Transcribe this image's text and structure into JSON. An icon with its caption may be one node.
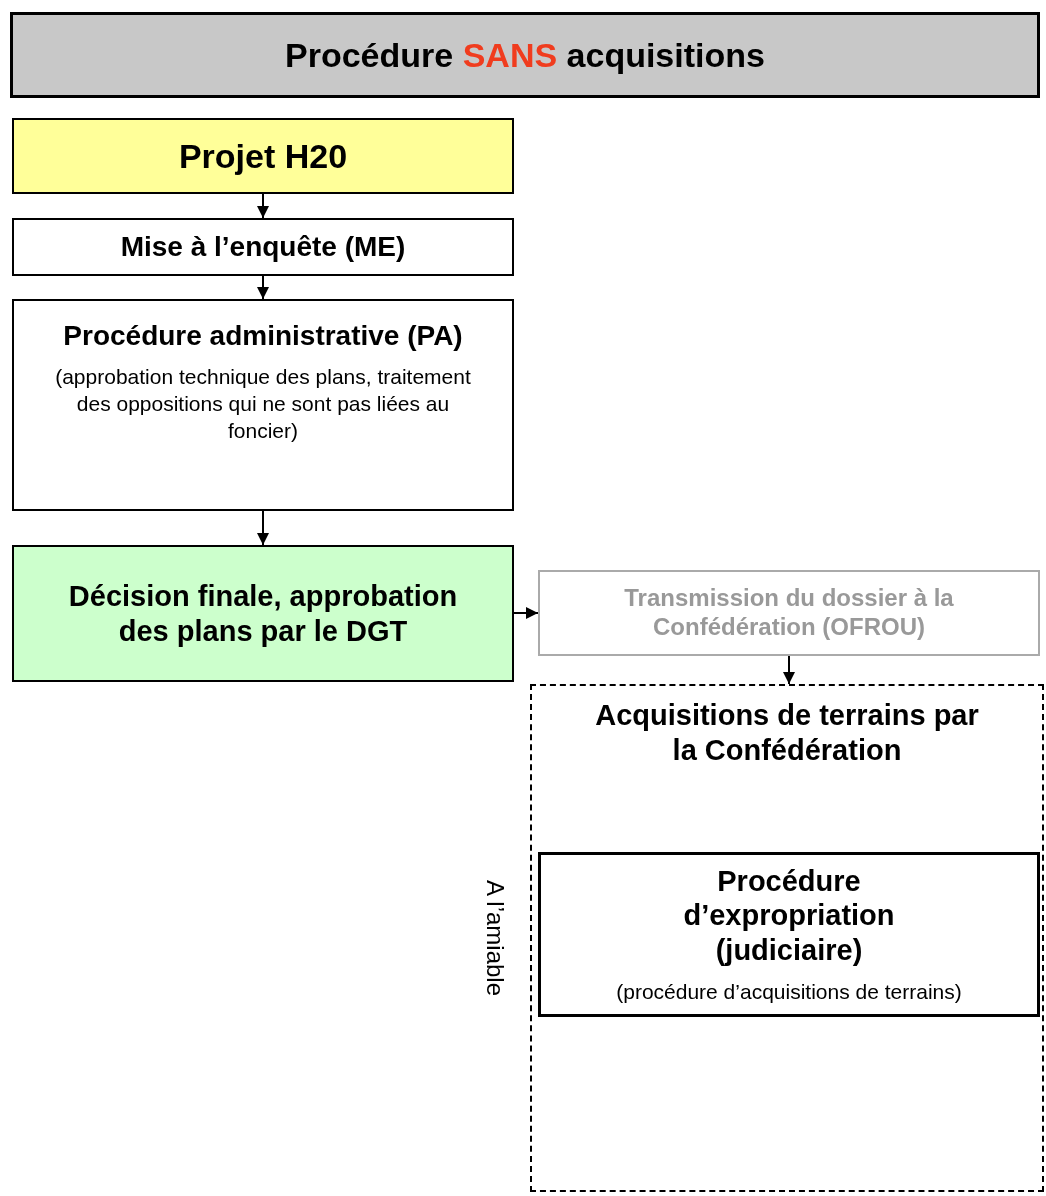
{
  "diagram": {
    "title": "Procédure **SANS** acquisitions",
    "nodes": [
      {
        "text": [
          "Projet H20"
        ]
      },
      {
        "text": [
          "Mise à l’enquête (ME)"
        ]
      },
      {
        "text": [
          "Procédure administrative (PA)",
          "(approbation technique des plans, traitement des oppositions qui ne sont pas liées au foncier)"
        ]
      },
      {
        "text": [
          "Décision finale, approbation des plans par le DGT"
        ]
      },
      {
        "text": [
          "Transmission du dossier à la Confédération (OFROU)"
        ]
      },
      {
        "text": [
          "Acquisitions de terrains par la Confédération"
        ],
        "beside": [
          "A l’amiable"
        ]
      },
      {
        "text": [
          "Procédure d’expropriation (judiciaire)",
          "(procédure d’acquisitions de terrains)"
        ],
        "in": 5
      }
    ],
    "edges": [
      {
        "from": 0,
        "to": 1,
        "arrow": "to"
      },
      {
        "from": 1,
        "to": 2,
        "arrow": "to"
      },
      {
        "from": 2,
        "to": 3,
        "arrow": "to"
      },
      {
        "from": 3,
        "to": 4,
        "arrow": "to"
      },
      {
        "from": 4,
        "to": 5,
        "arrow": "to"
      }
    ]
  }
}
